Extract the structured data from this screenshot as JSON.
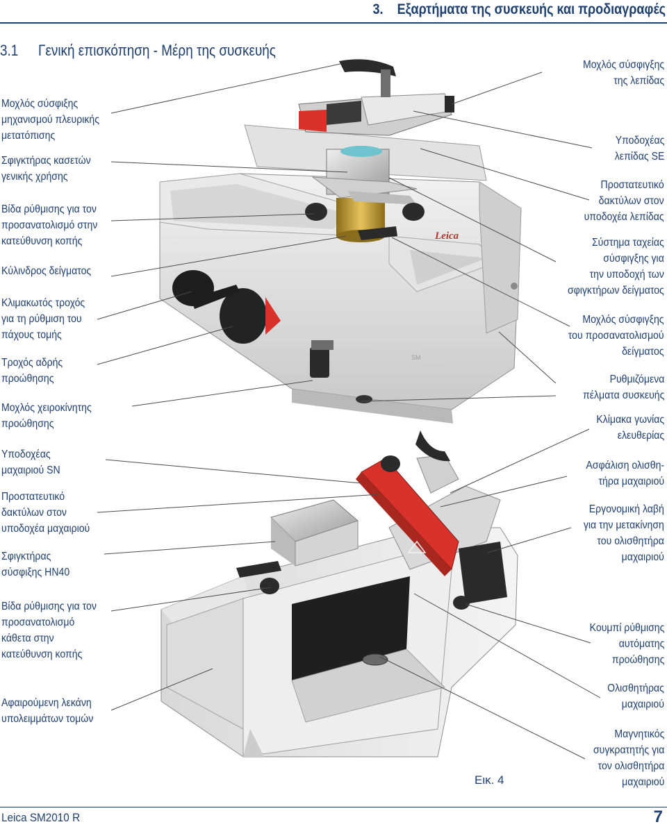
{
  "header": {
    "title": "3.    Εξαρτήματα της συσκευής και προδιαγραφές"
  },
  "section": {
    "number": "3.1",
    "title": "Γενική επισκόπηση - Μέρη της συσκευής"
  },
  "labels_left": [
    "Μοχλός σύσφιξης\nμηχανισμού πλευρικής\nμετατόπισης",
    "Σφιγκτήρας κασετών\nγενικής χρήσης",
    "Βίδα ρύθμισης για τον\nπροσανατολισμό στην\nκατεύθυνση κοπής",
    "Κύλινδρος δείγματος",
    "Κλιμακωτός τροχός\nγια τη ρύθμιση του\nπάχους τομής",
    "Τροχός αδρής\nπροώθησης",
    "Μοχλός χειροκίνητης\nπροώθησης",
    "Υποδοχέας\nμαχαιριού SN",
    "Προστατευτικό\nδακτύλων στον\nυποδοχέα μαχαιριού",
    "Σφιγκτήρας\nσύσφιξης HN40",
    "Βίδα ρύθμισης για τον\nπροσανατολισμό\nκάθετα στην\nκατεύθυνση κοπής",
    "Αφαιρούμενη λεκάνη\nυπολειμμάτων τομών"
  ],
  "labels_right": [
    "Μοχλός σύσφιγξης\nτης λεπίδας",
    "Υποδοχέας\nλεπίδας SE",
    "Προστατευτικό\nδακτύλων στον\nυποδοχέα λεπίδας",
    "Σύστημα ταχείας\nσύσφιγξης για\nτην υποδοχή των\nσφιγκτήρων δείγματος",
    "Μοχλός σύσφιγξης\nτου προσανατολισμού\nδείγματος",
    "Ρυθμιζόμενα\nπέλματα συσκευής",
    "Κλίμακα γωνίας\nελευθερίας",
    "Ασφάλιση ολισθη-\nτήρα μαχαιριού",
    "Εργονομική λαβή\nγια την μετακίνηση\nτου ολισθητήρα\nμαχαιριού",
    "Κουμπί ρύθμισης\nαυτόματης\nπροώθησης",
    "Ολισθητήρας\nμαχαιριού",
    "Μαγνητικός\nσυγκρατητής για\nτον ολισθητήρα\nμαχαιριού"
  ],
  "product_logo_1": "Leica",
  "figure_caption": "Εικ. 4",
  "footer": {
    "model": "Leica SM2010 R",
    "page": "7"
  }
}
